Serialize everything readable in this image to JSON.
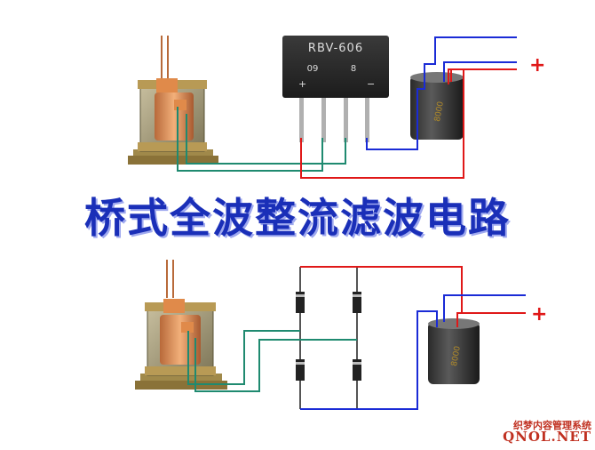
{
  "title": "桥式全波整流滤波电路",
  "bridge": {
    "model": "RBV-606",
    "code_left": "09",
    "code_right": "8",
    "pin_plus": "+",
    "pin_minus": "−"
  },
  "output": {
    "top_plus": "+",
    "bottom_plus": "+"
  },
  "watermark": {
    "cn": "织梦内容管理系统",
    "en": "QNOL.NET"
  },
  "colors": {
    "wire_blue": "#1a2bd6",
    "wire_red": "#e01818",
    "wire_green": "#1f8a70",
    "title_blue": "#1a2fb8"
  }
}
